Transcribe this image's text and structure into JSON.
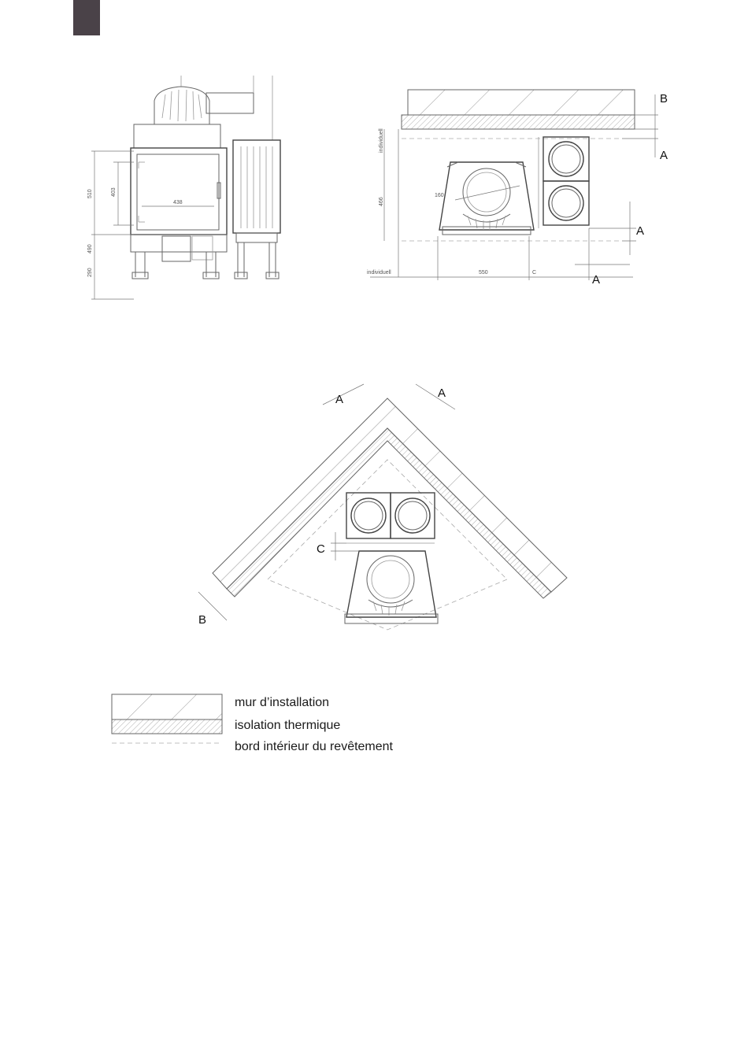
{
  "front_view": {
    "dims": {
      "width_438": "438",
      "h_510": "510",
      "h_403": "403",
      "h_290": "290",
      "h_490": "490"
    }
  },
  "top_view": {
    "labels": {
      "individuell_v": "individuell",
      "individuell_h": "individuell",
      "d_160": "160",
      "h_466": "466",
      "w_550": "550",
      "c": "C",
      "a1": "A",
      "a2": "A",
      "a3": "A",
      "b": "B"
    }
  },
  "corner_view": {
    "labels": {
      "a_left": "A",
      "a_right": "A",
      "b": "B",
      "c": "C"
    }
  },
  "legend": {
    "items": [
      "mur d’installation",
      "isolation thermique",
      "bord intérieur du revêtement"
    ]
  }
}
